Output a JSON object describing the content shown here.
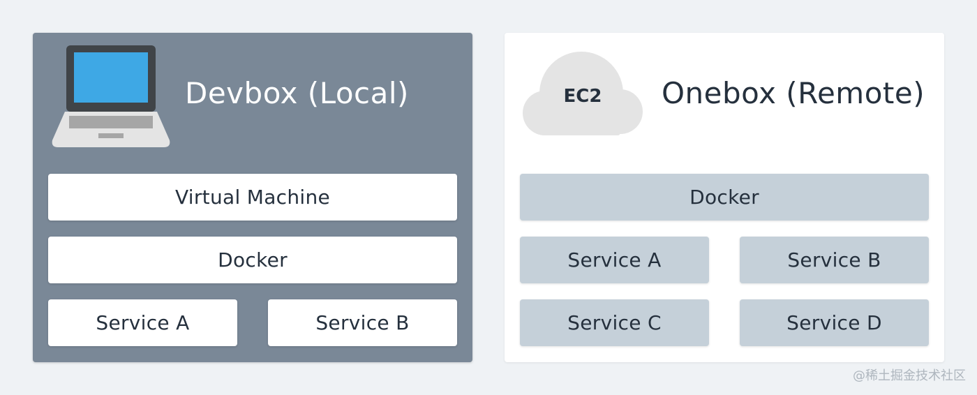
{
  "devbox": {
    "title": "Devbox (Local)",
    "layers": {
      "virtual_machine": "Virtual Machine",
      "docker": "Docker"
    },
    "services": [
      "Service A",
      "Service B"
    ]
  },
  "onebox": {
    "title": "Onebox (Remote)",
    "cloud_label": "EC2",
    "layers": {
      "docker": "Docker"
    },
    "services": [
      "Service A",
      "Service B",
      "Service C",
      "Service D"
    ]
  },
  "watermark": "@稀土掘金技术社区",
  "colors": {
    "page_background": "#eff2f5",
    "devbox_panel": "#7a8897",
    "onebox_panel": "#ffffff",
    "onebox_box": "#c5d0d9",
    "laptop_screen": "#3ea8e5",
    "cloud": "#e4e4e4",
    "text_dark": "#25303d"
  },
  "icons": {
    "devbox": "laptop-icon",
    "onebox": "cloud-icon"
  }
}
